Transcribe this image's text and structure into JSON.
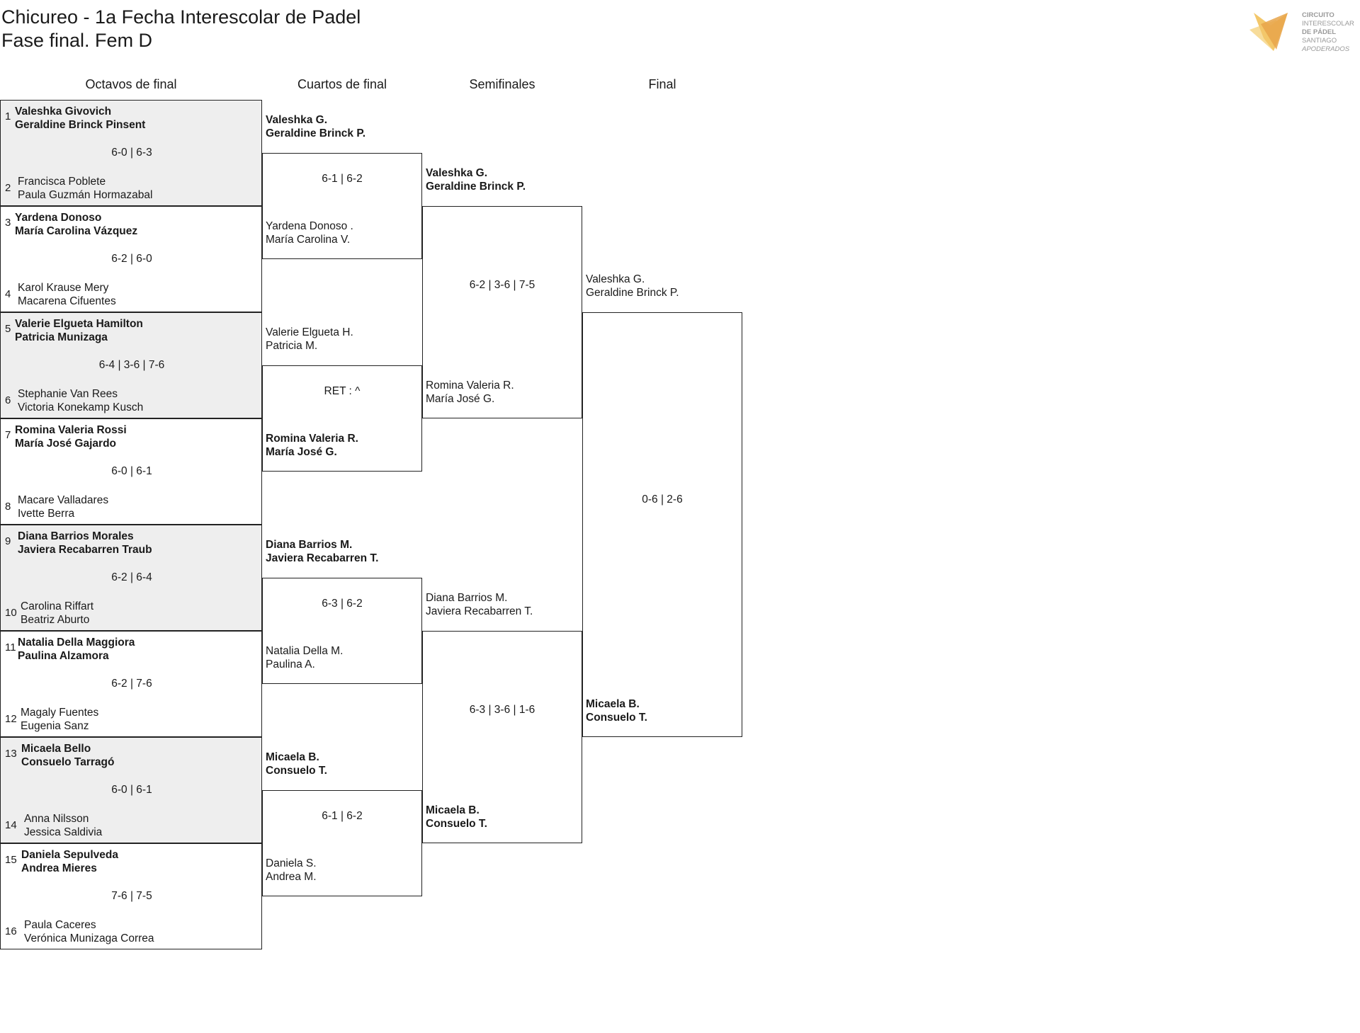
{
  "header": {
    "title_line1": "Chicureo - 1a Fecha Interescolar de Padel",
    "title_line2": "Fase final. Fem D"
  },
  "logo": {
    "line1": "CIRCUITO",
    "line2": "INTERESCOLAR",
    "line3": "DE PÁDEL",
    "line4": "SANTIAGO",
    "line5": "APODERADOS",
    "colors": [
      "#e8a44a",
      "#f3c76a",
      "#f7dc9a"
    ]
  },
  "rounds": {
    "r16": "Octavos de final",
    "qf": "Cuartos de final",
    "sf": "Semifinales",
    "final": "Final"
  },
  "octavos": [
    {
      "seed_top": "1",
      "top": [
        "Valeshka Givovich",
        "Geraldine Brinck Pinsent"
      ],
      "score": "6-0 | 6-3",
      "seed_bot": "2",
      "bot": [
        "Francisca Poblete",
        "Paula Guzmán Hormazabal"
      ]
    },
    {
      "seed_top": "3",
      "top": [
        "Yardena Donoso",
        "María Carolina Vázquez"
      ],
      "score": "6-2 | 6-0",
      "seed_bot": "4",
      "bot": [
        "Karol Krause Mery",
        "Macarena Cifuentes"
      ]
    },
    {
      "seed_top": "5",
      "top": [
        "Valerie Elgueta Hamilton",
        "Patricia Munizaga"
      ],
      "score": "6-4 | 3-6 | 7-6",
      "seed_bot": "6",
      "bot": [
        "Stephanie Van Rees",
        "Victoria Konekamp Kusch"
      ]
    },
    {
      "seed_top": "7",
      "top": [
        "Romina Valeria Rossi",
        "María José Gajardo"
      ],
      "score": "6-0 | 6-1",
      "seed_bot": "8",
      "bot": [
        "Macare Valladares",
        "Ivette Berra"
      ]
    },
    {
      "seed_top": "9",
      "top": [
        "Diana Barrios Morales",
        "Javiera Recabarren Traub"
      ],
      "score": "6-2 | 6-4",
      "seed_bot": "10",
      "bot": [
        "Carolina Riffart",
        "Beatriz Aburto"
      ]
    },
    {
      "seed_top": "11",
      "top": [
        "Natalia Della Maggiora",
        "Paulina Alzamora"
      ],
      "score": "6-2 | 7-6",
      "seed_bot": "12",
      "bot": [
        "Magaly Fuentes",
        "Eugenia Sanz"
      ]
    },
    {
      "seed_top": "13",
      "top": [
        "Micaela Bello",
        "Consuelo Tarragó"
      ],
      "score": "6-0 | 6-1",
      "seed_bot": "14",
      "bot": [
        "Anna Nilsson",
        "Jessica Saldivia"
      ]
    },
    {
      "seed_top": "15",
      "top": [
        "Daniela Sepulveda",
        "Andrea Mieres"
      ],
      "score": "7-6 | 7-5",
      "seed_bot": "16",
      "bot": [
        "Paula Caceres",
        "Verónica Munizaga Correa"
      ]
    }
  ],
  "cuartos": [
    {
      "top": [
        "Valeshka G.",
        "Geraldine Brinck P."
      ],
      "top_win": true,
      "score": "6-1 | 6-2",
      "bot": [
        "Yardena Donoso .",
        "María Carolina V."
      ],
      "bot_win": false
    },
    {
      "top": [
        "Valerie Elgueta H.",
        "Patricia M."
      ],
      "top_win": false,
      "score": "RET : ^",
      "bot": [
        "Romina Valeria R.",
        "María José G."
      ],
      "bot_win": true
    },
    {
      "top": [
        "Diana Barrios M.",
        "Javiera Recabarren T."
      ],
      "top_win": true,
      "score": "6-3 | 6-2",
      "bot": [
        "Natalia Della M.",
        "Paulina A."
      ],
      "bot_win": false
    },
    {
      "top": [
        "Micaela B.",
        "Consuelo T."
      ],
      "top_win": true,
      "score": "6-1 | 6-2",
      "bot": [
        "Daniela S.",
        "Andrea M."
      ],
      "bot_win": false
    }
  ],
  "semis": [
    {
      "top": [
        "Valeshka G.",
        "Geraldine Brinck P."
      ],
      "top_win": true,
      "score": "6-2 | 3-6 | 7-5",
      "bot": [
        "Romina Valeria R.",
        "María José G."
      ],
      "bot_win": false
    },
    {
      "top": [
        "Diana Barrios M.",
        "Javiera Recabarren T."
      ],
      "top_win": false,
      "score": "6-3 | 3-6 | 1-6",
      "bot": [
        "Micaela B.",
        "Consuelo T."
      ],
      "bot_win": true
    }
  ],
  "final": {
    "top": [
      "Valeshka G.",
      "Geraldine Brinck P."
    ],
    "top_win": false,
    "score": "0-6 | 2-6",
    "bot": [
      "Micaela B.",
      "Consuelo T."
    ],
    "bot_win": true
  }
}
